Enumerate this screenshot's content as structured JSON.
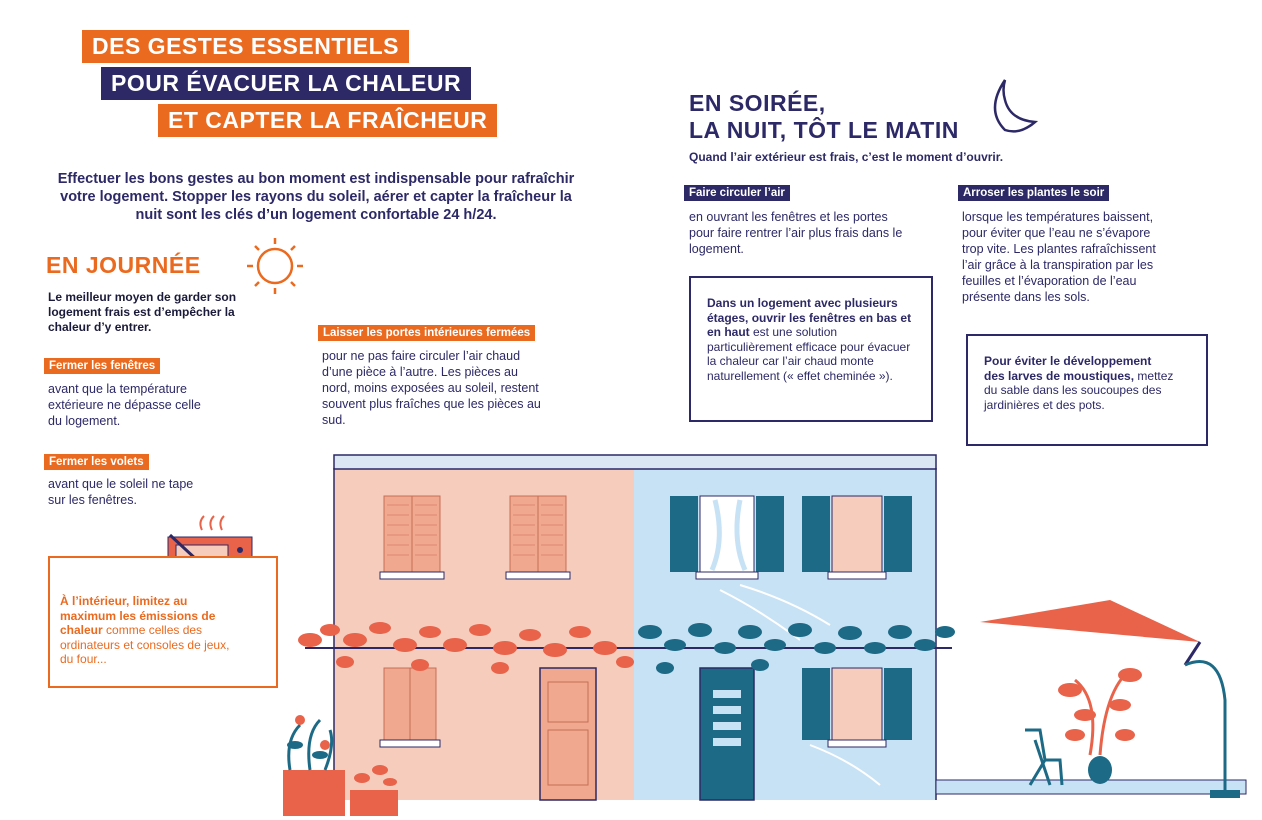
{
  "title": {
    "line1": "DES GESTES ESSENTIELS",
    "line2": "POUR ÉVACUER LA CHALEUR",
    "line3": "ET CAPTER LA FRAÎCHEUR"
  },
  "intro": "Effectuer les bons gestes au bon moment est indispensable pour rafraîchir votre logement. Stopper les rayons du soleil, aérer et capter la fraîcheur la nuit sont les clés d’un logement confortable 24 h/24.",
  "day": {
    "title": "EN JOURNÉE",
    "lead": "Le meilleur moyen de garder son logement frais est d’empêcher la chaleur d’y entrer.",
    "tips": [
      {
        "tag": "Fermer les fenêtres",
        "text": "avant que la température extérieure ne dépasse celle du logement."
      },
      {
        "tag": "Fermer les volets",
        "text": "avant que le soleil ne tape sur les fenêtres."
      },
      {
        "tag": "Laisser les portes intérieures fermées",
        "text": "pour ne pas faire circuler l’air chaud d’une pièce à l’autre. Les pièces au nord, moins exposées au soleil, restent souvent plus fraîches que les pièces au sud."
      }
    ],
    "box": {
      "bold": "À l’intérieur, limitez au maximum les émissions de chaleur",
      "text": " comme celles des ordinateurs et consoles de jeux, du four..."
    }
  },
  "night": {
    "title_line1": "EN SOIRÉE,",
    "title_line2": "LA NUIT, TÔT LE MATIN",
    "subtitle": "Quand l’air extérieur est frais, c’est le moment d’ouvrir.",
    "tips": [
      {
        "tag": "Faire circuler l’air",
        "text": "en ouvrant les fenêtres et les portes pour faire rentrer l’air plus frais dans le logement."
      },
      {
        "tag": "Arroser les plantes le soir",
        "text": "lorsque les températures baissent, pour éviter que l’eau ne s’évapore trop vite. Les plantes rafraîchissent l’air grâce à la transpiration par les feuilles et l’évaporation de l’eau présente dans les sols."
      }
    ],
    "box1": {
      "bold": "Dans un logement avec plusieurs étages, ouvrir les fenêtres en bas et en haut",
      "text": " est une solution particulièrement efficace pour évacuer la chaleur car l’air chaud monte naturellement (« effet cheminée »)."
    },
    "box2": {
      "bold": "Pour éviter le développement des larves de moustiques,",
      "text": " mettez du sable dans les soucoupes des jardinières et des pots."
    }
  },
  "colors": {
    "orange": "#ea6a1f",
    "navy": "#2c2966",
    "peach": "#f6cdbd",
    "lightblue": "#c7e2f5",
    "teal": "#1d6a86",
    "coral": "#e8634a"
  },
  "icons": [
    "sun-icon",
    "moon-icon",
    "oven-icon"
  ]
}
